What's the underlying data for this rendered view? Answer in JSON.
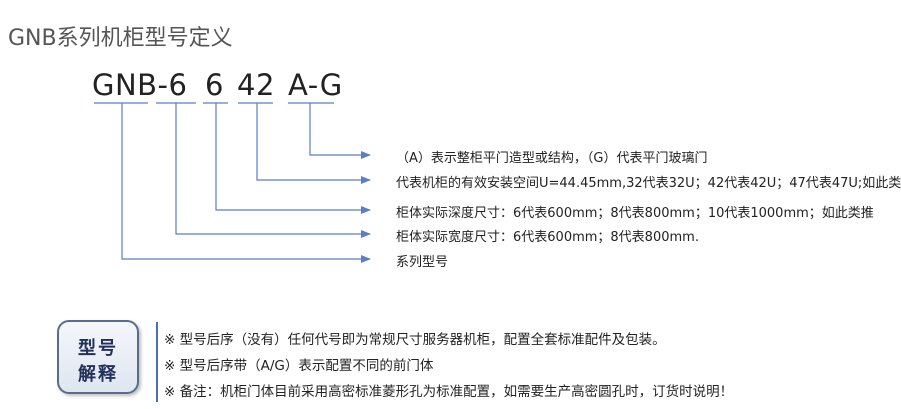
{
  "title": "GNB系列机柜型号定义",
  "code": {
    "series": "GNB-6",
    "depth": "6",
    "height": "42",
    "door": "A-G"
  },
  "descriptions": [
    "（A）表示整柜平门造型或结构，（G）代表平门玻璃门",
    "代表机柜的有效安装空间U=44.45mm,32代表32U；42代表42U；47代表47U;如此类",
    "柜体实际深度尺寸：6代表600mm；8代表800mm；10代表1000mm；如此类推",
    "柜体实际宽度尺寸：6代表600mm；8代表800mm.",
    "系列型号"
  ],
  "badge": {
    "line1": "型号",
    "line2": "解释"
  },
  "notes": [
    "※ 型号后序（没有）任何代号即为常规尺寸服务器机柜，配置全套标准配件及包装。",
    "※ 型号后序带（A/G）表示配置不同的前门体",
    "※ 备注：机柜门体目前采用高密标准菱形孔为标准配置，如需要生产高密圆孔时，订货时说明！"
  ],
  "colors": {
    "line": "#5b7fc4",
    "accent": "#4a6fb5",
    "title": "#555555"
  }
}
